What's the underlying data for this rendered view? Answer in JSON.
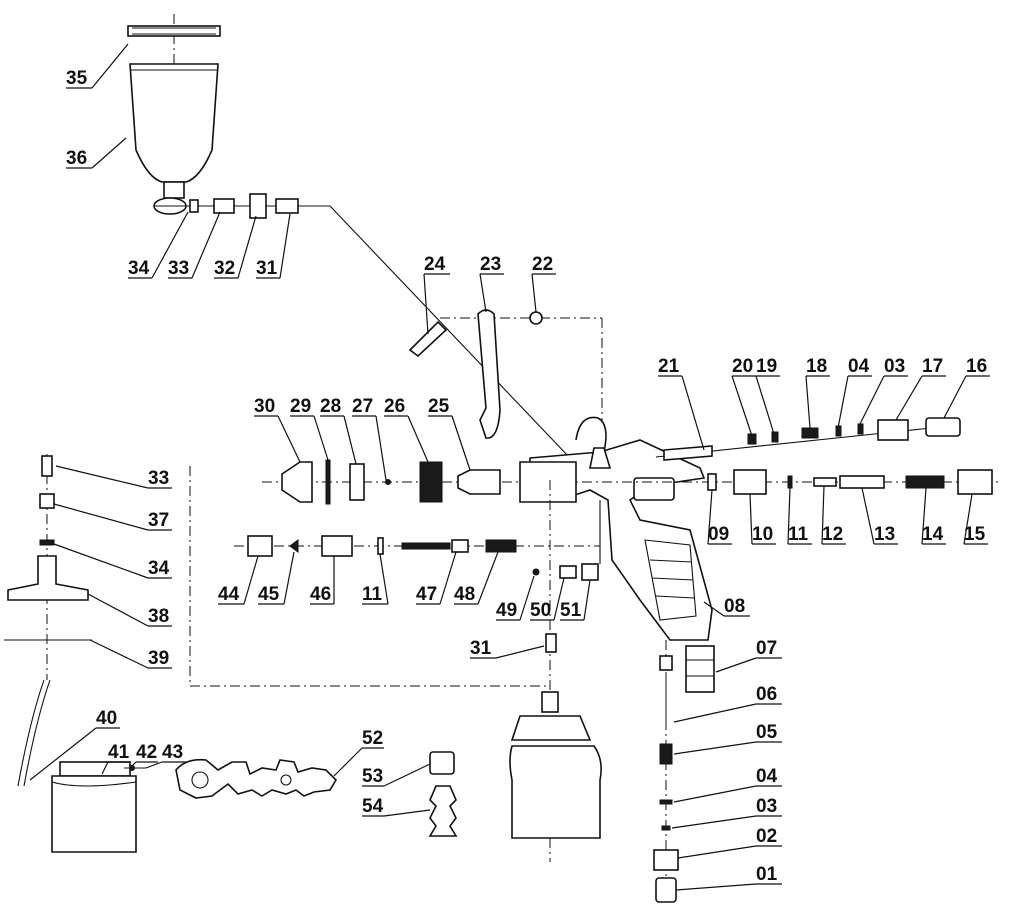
{
  "labels": [
    "35",
    "36",
    "34",
    "33",
    "32",
    "31",
    "24",
    "23",
    "22",
    "21",
    "20",
    "19",
    "18",
    "04",
    "03",
    "17",
    "16",
    "30",
    "29",
    "28",
    "27",
    "26",
    "25",
    "09",
    "10",
    "11",
    "12",
    "13",
    "14",
    "15",
    "33",
    "37",
    "34",
    "38",
    "39",
    "44",
    "45",
    "46",
    "11",
    "47",
    "48",
    "49",
    "50",
    "51",
    "08",
    "31",
    "07",
    "06",
    "40",
    "41",
    "42",
    "43",
    "52",
    "05",
    "53",
    "04",
    "54",
    "03",
    "02",
    "01"
  ]
}
